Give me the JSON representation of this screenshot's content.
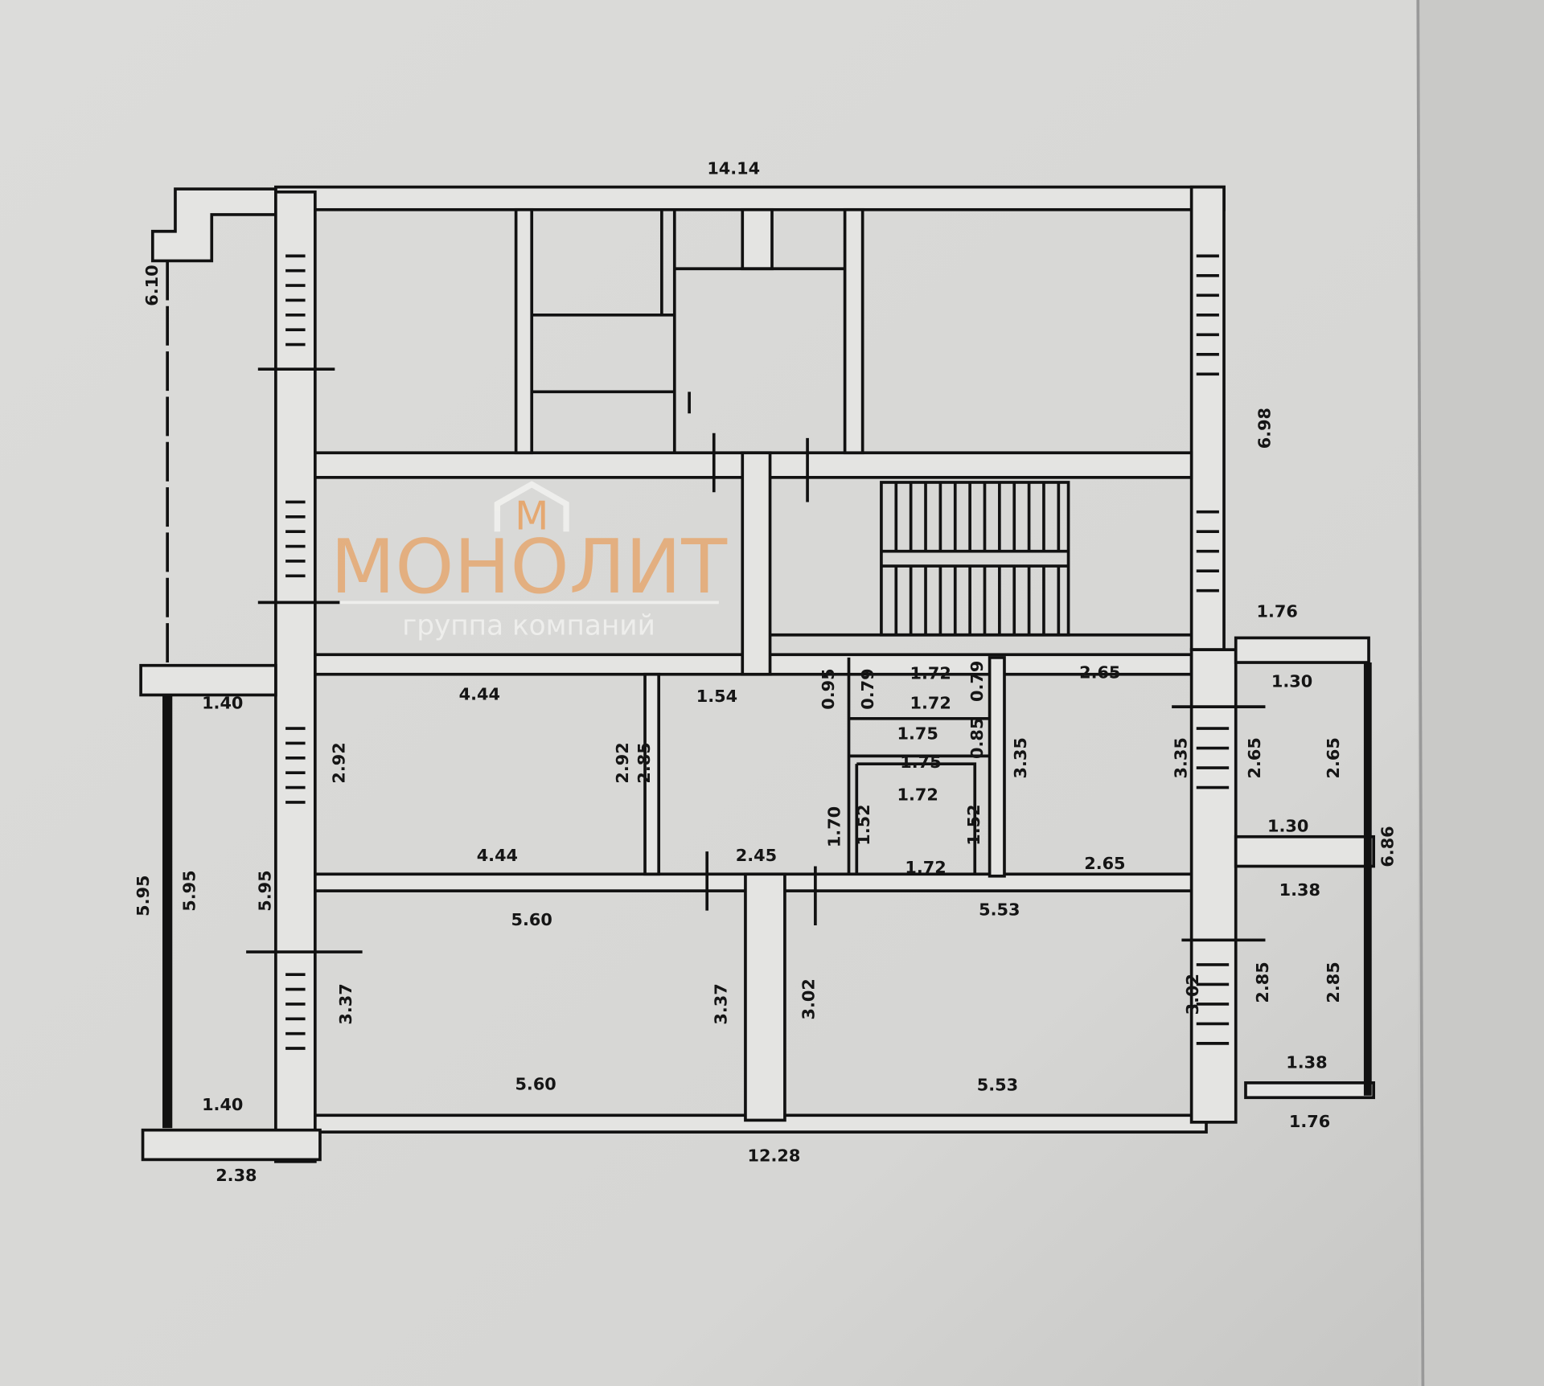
{
  "plan": {
    "dimensions": {
      "top_total": "14.14",
      "bottom_total": "12.28",
      "left_bottom": "2.38",
      "left_balcony_height": "6.10",
      "right_upper": "6.98",
      "right_balcony_height": "6.86",
      "right_balcony_top": "1.76",
      "right_balcony_bottom": "1.76",
      "loggia_top": "1.40",
      "loggia_bottom": "1.40",
      "loggia_h1": "5.95",
      "loggia_h2": "5.95",
      "loggia_h3": "5.95",
      "room_a_top": "4.44",
      "room_a_bottom": "4.44",
      "room_a_left": "2.92",
      "room_a_right": "2.92",
      "hall_top": "1.54",
      "hall_bottom": "2.45",
      "hall_left": "2.85",
      "hall_door": "0.95",
      "hall_right": "1.70",
      "wc1_top": "1.72",
      "wc1_bottom": "1.72",
      "wc1_left": "0.79",
      "wc1_right": "0.79",
      "corr_top": "1.75",
      "corr_bottom": "1.75",
      "corr_right": "0.85",
      "bath_top": "1.72",
      "bath_bottom": "1.72",
      "bath_left": "1.52",
      "bath_right": "1.52",
      "room_b_top": "2.65",
      "room_b_bottom": "2.65",
      "room_b_left": "3.35",
      "room_b_right": "3.35",
      "balc1_top": "1.30",
      "balc1_bottom": "1.30",
      "balc1_left": "2.65",
      "balc1_right": "2.65",
      "room_c_top": "5.60",
      "room_c_bottom": "5.60",
      "room_c_left": "3.37",
      "room_c_right": "3.37",
      "room_d_top": "5.53",
      "room_d_bottom": "5.53",
      "room_d_left": "3.02",
      "room_d_right": "3.02",
      "balc2_top": "1.38",
      "balc2_bottom": "1.38",
      "balc2_left": "2.85",
      "balc2_right": "2.85"
    }
  },
  "watermark": {
    "logo_letter": "М",
    "brand": "МОНОЛИТ",
    "tagline": "группа компаний",
    "color": "#e8a060"
  }
}
